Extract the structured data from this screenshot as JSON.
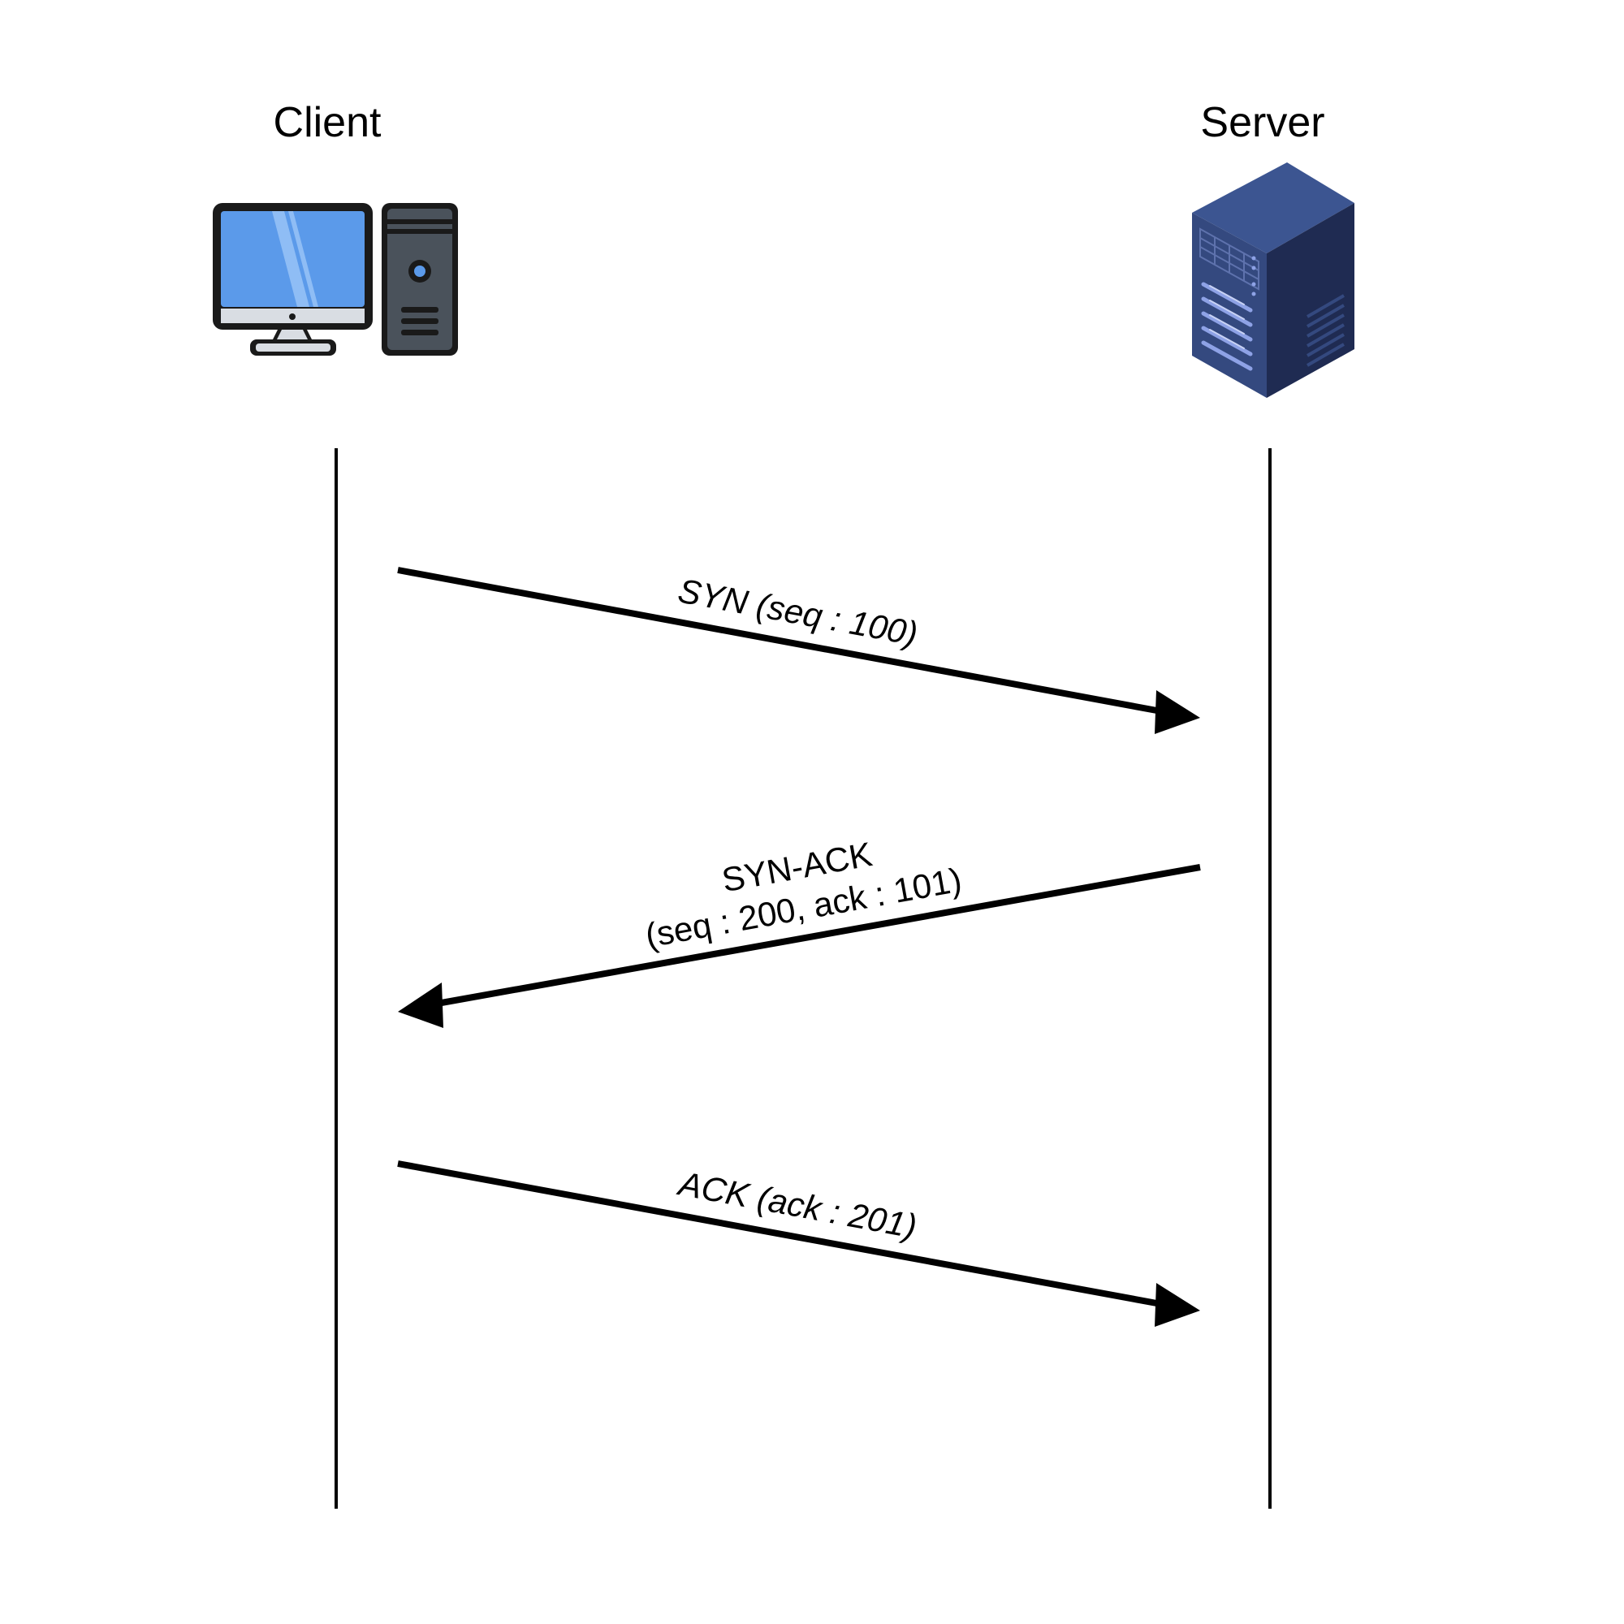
{
  "diagram": {
    "actors": {
      "client": {
        "label": "Client",
        "icon": "desktop-computer-icon"
      },
      "server": {
        "label": "Server",
        "icon": "server-rack-icon"
      }
    },
    "messages": [
      {
        "from": "client",
        "to": "server",
        "label": "SYN (seq : 100)"
      },
      {
        "from": "server",
        "to": "client",
        "label_line1": "SYN-ACK",
        "label_line2": "(seq : 200, ack : 101)"
      },
      {
        "from": "client",
        "to": "server",
        "label": "ACK (ack : 201)"
      }
    ],
    "colors": {
      "monitor_screen": "#5b9aea",
      "monitor_frame": "#1a1a1a",
      "tower_body": "#4a525b",
      "tower_accent": "#5b9aea",
      "server_front": "#34497f",
      "server_side": "#1f2b52",
      "server_top": "#3c5591",
      "server_detail": "#8ea2e6"
    }
  }
}
